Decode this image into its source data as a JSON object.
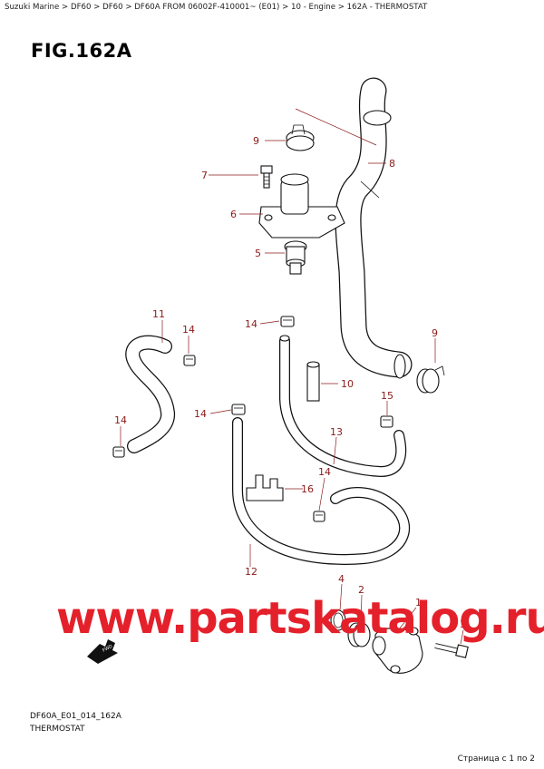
{
  "breadcrumb": "Suzuki Marine > DF60 > DF60 > DF60A FROM 06002F-410001~ (E01) > 10 - Engine > 162A - THERMOSTAT",
  "figure_title": "FIG.162A",
  "callouts": {
    "c1": "1",
    "c2": "2",
    "c3": "3",
    "c4": "4",
    "c5": "5",
    "c6": "6",
    "c7": "7",
    "c8": "8",
    "c9a": "9",
    "c9b": "9",
    "c10": "10",
    "c11": "11",
    "c12": "12",
    "c13": "13",
    "c14a": "14",
    "c14b": "14",
    "c14c": "14",
    "c14d": "14",
    "c14e": "14",
    "c15": "15",
    "c16": "16"
  },
  "watermark": "www.partskatalog.ru",
  "arrow_label": "FWD",
  "drawing_code": "DF60A_E01_014_162A",
  "caption": "THERMOSTAT",
  "page_info": "Страница с 1 по 2"
}
